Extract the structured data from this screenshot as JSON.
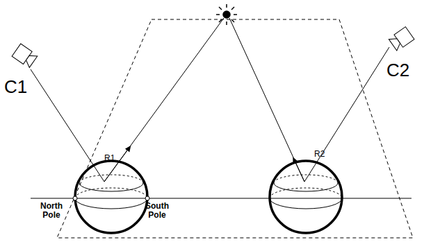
{
  "diagram": {
    "labels": [
      "C1",
      "C2",
      "R1",
      "R2",
      "North Pole",
      "South Pole"
    ]
  }
}
